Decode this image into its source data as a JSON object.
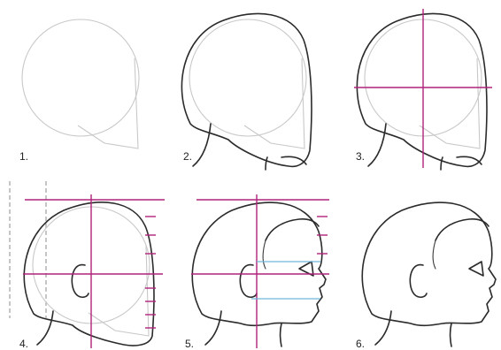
{
  "steps": [
    {
      "label": "1."
    },
    {
      "label": "2."
    },
    {
      "label": "3."
    },
    {
      "label": "4."
    },
    {
      "label": "5."
    },
    {
      "label": "6."
    }
  ],
  "colors": {
    "guide": "#c8c8c8",
    "ink": "#2b2b2b",
    "construction": "#b0227a",
    "feature_guides": "#6fb6d8",
    "dashed": "#a8a8a8"
  }
}
